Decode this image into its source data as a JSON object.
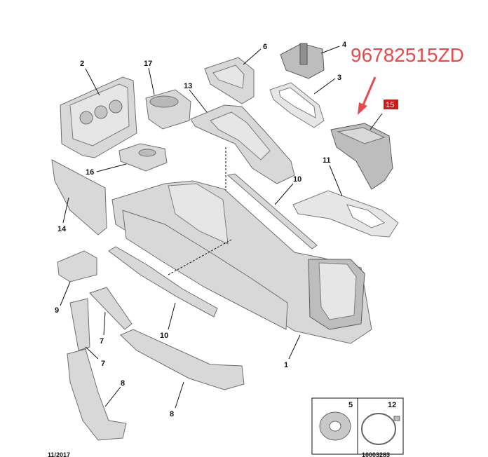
{
  "reference_number": "96782515ZD",
  "highlight_callout": "15",
  "colors": {
    "accent_red": "#e84a4a",
    "badge_red": "#d11a1a",
    "part_fill": "#d8d8d8",
    "outline": "#6e6e6e"
  },
  "callouts": {
    "c1": "1",
    "c2": "2",
    "c3": "3",
    "c4": "4",
    "c5": "5",
    "c6": "6",
    "c7a": "7",
    "c7b": "7",
    "c8a": "8",
    "c8b": "8",
    "c9": "9",
    "c10a": "10",
    "c10b": "10",
    "c11": "11",
    "c12": "12",
    "c13": "13",
    "c14": "14",
    "c16": "16",
    "c17": "17"
  },
  "footer": {
    "date": "11/2017",
    "drawing_number": "10003283"
  }
}
